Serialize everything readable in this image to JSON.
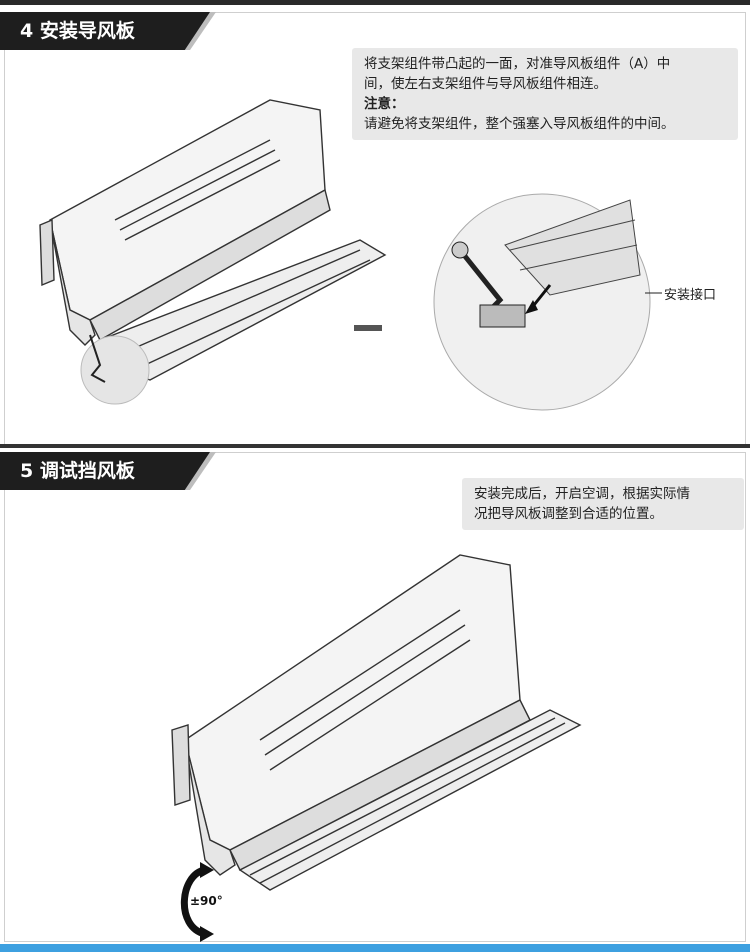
{
  "section1": {
    "title": "4 安装导风板",
    "note_lines": [
      "将支架组件带凸起的一面，对准导风板组件（A）中",
      "间，使左右支架组件与导风板组件相连。"
    ],
    "note_heading": "注意：",
    "note_warning": "请避免将支架组件，整个强塞入导风板组件的中间。",
    "callout_label": "安装接口"
  },
  "section2": {
    "title": "5 调试挡风板",
    "note_lines": [
      "安装完成后，开启空调，根据实际情",
      "况把导风板调整到合适的位置。"
    ],
    "rotation_label": "±90°"
  }
}
